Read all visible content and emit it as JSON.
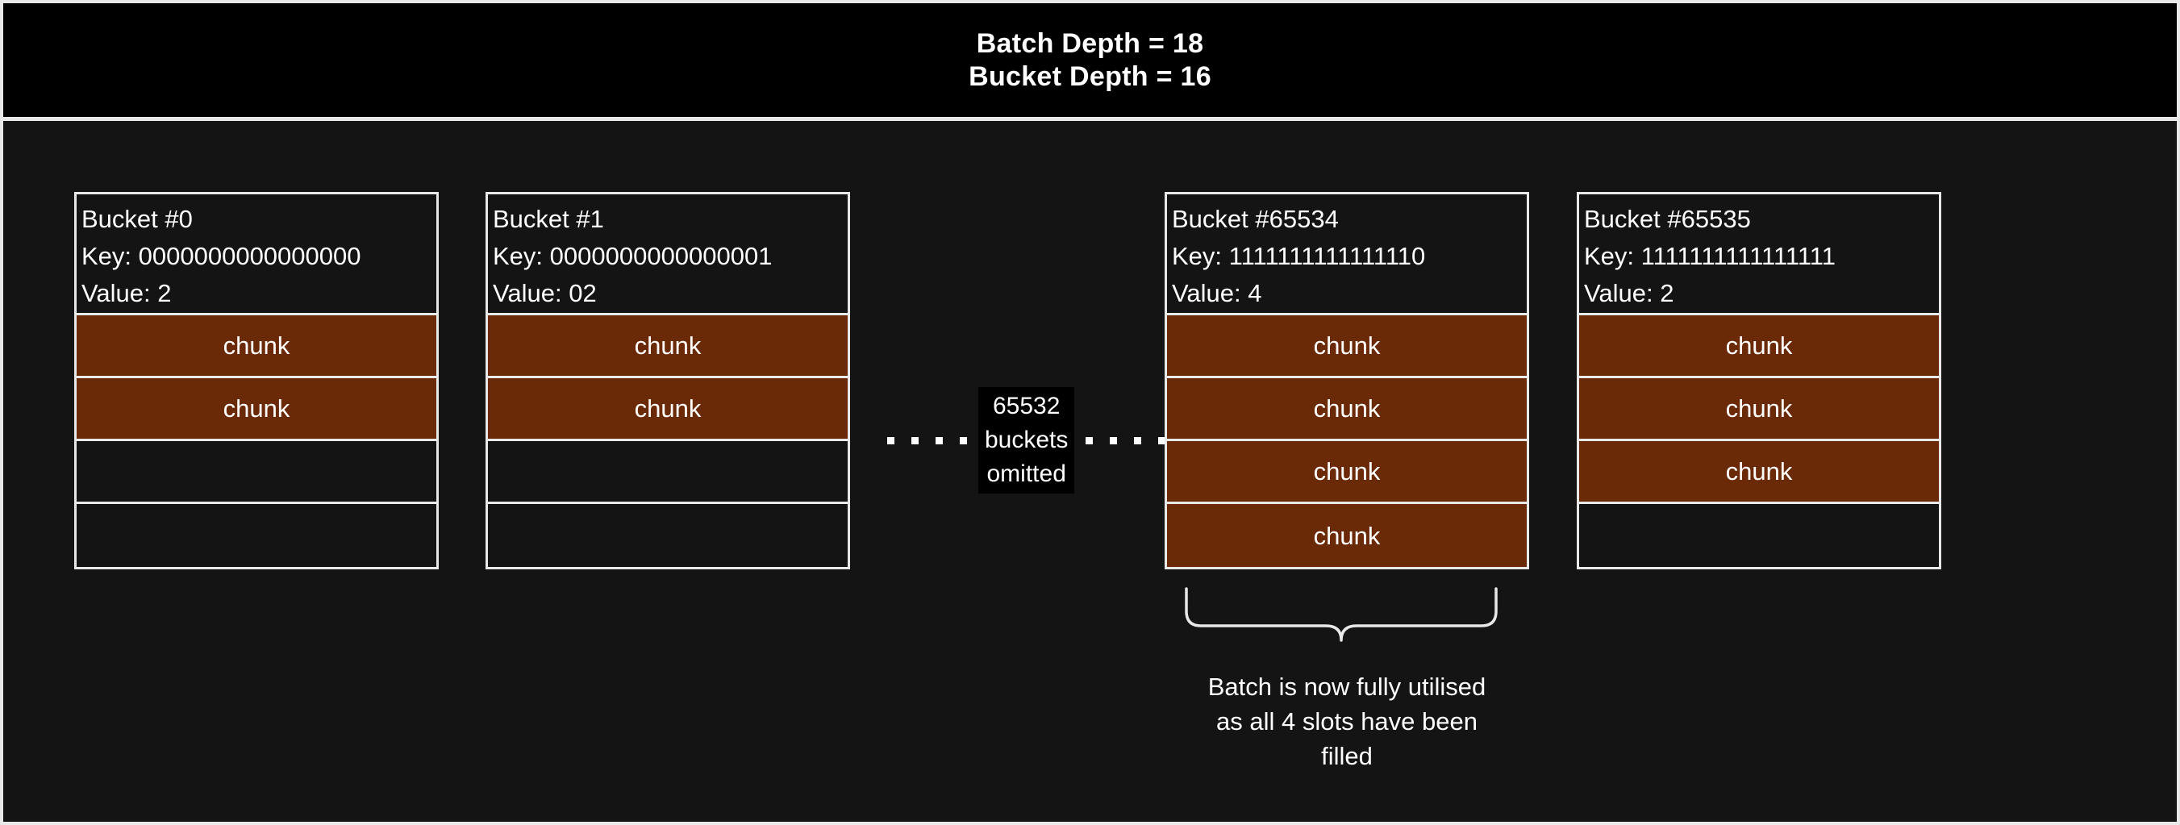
{
  "header": {
    "line1": "Batch Depth = 18",
    "line2": "Bucket Depth = 16"
  },
  "colors": {
    "background": "#141414",
    "header_background": "#000000",
    "border": "#e8e8e8",
    "chunk_fill": "#6b2a07",
    "text": "#ffffff"
  },
  "buckets": [
    {
      "title": "Bucket #0",
      "key": "Key: 0000000000000000",
      "value": "Value: 2",
      "slots": [
        {
          "label": "chunk",
          "filled": true
        },
        {
          "label": "chunk",
          "filled": true
        },
        {
          "label": "",
          "filled": false
        },
        {
          "label": "",
          "filled": false
        }
      ]
    },
    {
      "title": "Bucket #1",
      "key": "Key: 0000000000000001",
      "value": "Value: 02",
      "slots": [
        {
          "label": "chunk",
          "filled": true
        },
        {
          "label": "chunk",
          "filled": true
        },
        {
          "label": "",
          "filled": false
        },
        {
          "label": "",
          "filled": false
        }
      ]
    },
    {
      "title": "Bucket #65534",
      "key": "Key: 1111111111111110",
      "value": "Value: 4",
      "slots": [
        {
          "label": "chunk",
          "filled": true
        },
        {
          "label": "chunk",
          "filled": true
        },
        {
          "label": "chunk",
          "filled": true
        },
        {
          "label": "chunk",
          "filled": true
        }
      ]
    },
    {
      "title": "Bucket #65535",
      "key": "Key: 1111111111111111",
      "value": "Value: 2",
      "slots": [
        {
          "label": "chunk",
          "filled": true
        },
        {
          "label": "chunk",
          "filled": true
        },
        {
          "label": "chunk",
          "filled": true
        },
        {
          "label": "",
          "filled": false
        }
      ]
    }
  ],
  "omitted": {
    "line1": "65532",
    "line2": "buckets",
    "line3": "omitted"
  },
  "annotation": {
    "caption_line1": "Batch is now fully utilised",
    "caption_line2": "as all 4 slots have been",
    "caption_line3": "filled"
  }
}
